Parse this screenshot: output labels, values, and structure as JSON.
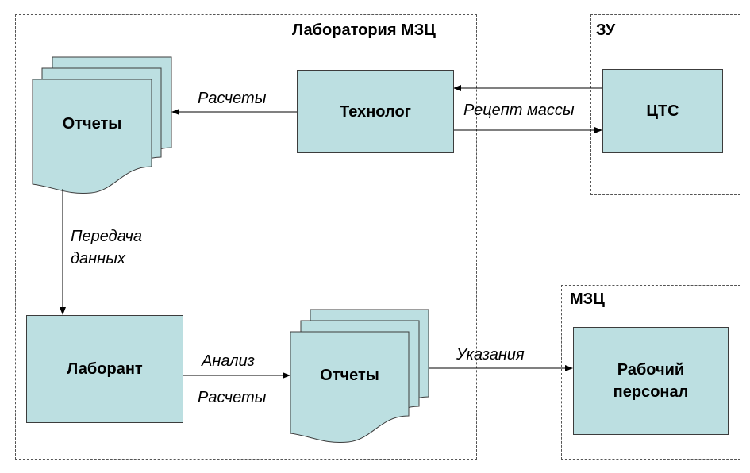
{
  "groups": {
    "laboratory": "Лаборатория МЗЦ",
    "zu": "ЗУ",
    "mzc": "МЗЦ"
  },
  "nodes": {
    "reports_top": "Отчеты",
    "technologist": "Технолог",
    "cts": "ЦТС",
    "laborant": "Лаборант",
    "reports_bottom": "Отчеты",
    "workers": "Рабочий персонал"
  },
  "edges": {
    "calculations_top": "Расчеты",
    "recipe": "Рецепт массы",
    "transfer_line1": "Передача",
    "transfer_line2": "данных",
    "analysis": "Анализ",
    "calculations_bottom": "Расчеты",
    "instructions": "Указания"
  },
  "colors": {
    "node_fill": "#bcdfe1",
    "node_border": "#3c3c3c",
    "group_border": "#555555"
  }
}
